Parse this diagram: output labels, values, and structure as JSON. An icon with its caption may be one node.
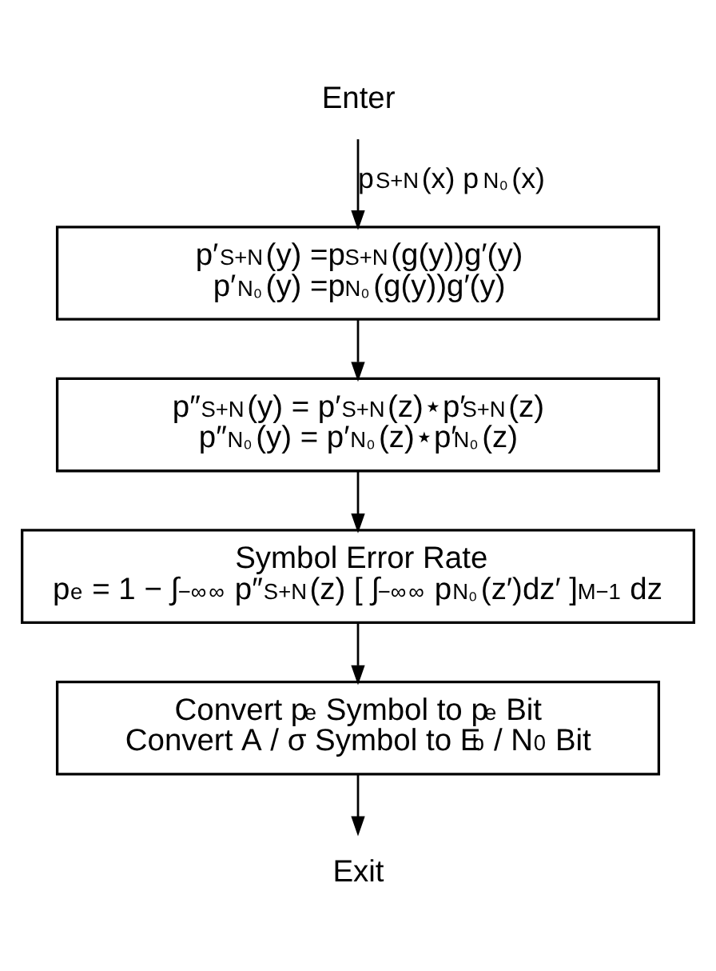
{
  "diagram": {
    "nodes": [
      {
        "text": [
          "Enter"
        ]
      },
      {
        "text": [
          "p′$_{S+N}$(y) =p$_{S+N}$(g(y))g′(y)",
          "p′$_{N₀}$(y) =p$_{N₀}$(g(y))g′(y)"
        ]
      },
      {
        "text": [
          "p″$_{S+N}$(y) = p′$_{S+N}$(z)⋆p′$_{S+N}$(z)",
          "p″$_{N₀}$(y) = p′$_{N₀}$(z)⋆p′$_{N₀}$(z)"
        ]
      },
      {
        "text": [
          "Symbol Error Rate",
          "p$_{e}$ = 1 − ∫$_{−∞}$$^{∞}$ p″$_{S+N}$(z) [ ∫$_{−∞}$$^{∞}$ p$_{N₀}$(z′)dz′ ]$^{M−1}$ dz"
        ]
      },
      {
        "text": [
          "Convert p$_{e}$ Symbol to p$_{e}$ Bit",
          "Convert A / σ Symbol to E$_{b}$ / N$_{0}$ Bit"
        ]
      },
      {
        "text": [
          "Exit"
        ]
      }
    ],
    "edges": [
      {
        "from": 0,
        "to": 1,
        "arrow": "to",
        "label": "p$_{S+N}$(x) p$_{N₀}$(x)"
      },
      {
        "from": 1,
        "to": 2,
        "arrow": "to"
      },
      {
        "from": 2,
        "to": 3,
        "arrow": "to"
      },
      {
        "from": 3,
        "to": 4,
        "arrow": "to"
      },
      {
        "from": 4,
        "to": 5,
        "arrow": "to"
      }
    ]
  }
}
